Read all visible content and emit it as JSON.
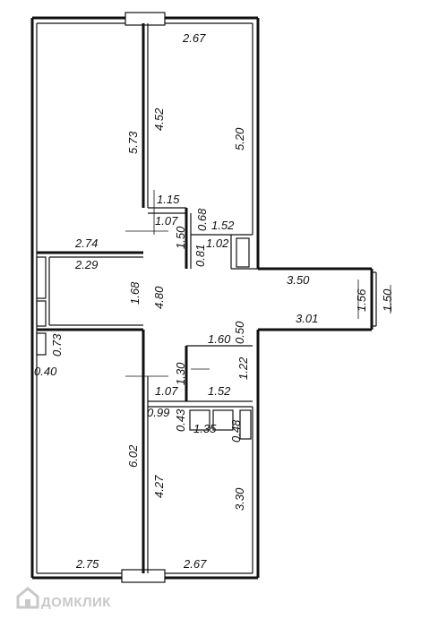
{
  "watermark": {
    "text": "ДОМКЛИК",
    "icon": "home-logo-icon"
  },
  "dimensions": {
    "top_right_width": "2.67",
    "bottom_right_width": "2.67",
    "bottom_left_width": "2.75",
    "left_room_width": "2.74",
    "hall_width": "2.29",
    "left_room_height": "5.73",
    "right_room_depth_a": "4.52",
    "right_room_depth_b": "5.20",
    "small_1_15": "1.15",
    "small_1_07_top": "1.07",
    "small_0_68": "0.68",
    "small_1_50": "1.50",
    "small_0_81": "0.81",
    "small_1_52_top": "1.52",
    "small_1_02": "1.02",
    "corridor_1_68": "1.68",
    "corridor_4_80": "4.80",
    "wing_3_50": "3.50",
    "wing_1_56": "1.56",
    "wing_1_50": "1.50",
    "wing_3_01": "3.01",
    "small_0_73": "0.73",
    "small_0_40": "0.40",
    "small_0_50": "0.50",
    "small_1_60": "1.60",
    "small_1_30": "1.30",
    "small_1_22": "1.22",
    "small_1_07_bottom": "1.07",
    "small_1_52_bottom": "1.52",
    "small_0_99": "0.99",
    "small_0_43": "0.43",
    "small_1_35": "1.35",
    "small_0_48": "0.48",
    "bottom_left_height": "6.02",
    "bottom_right_depth": "4.27",
    "bottom_right_height": "3.30"
  }
}
